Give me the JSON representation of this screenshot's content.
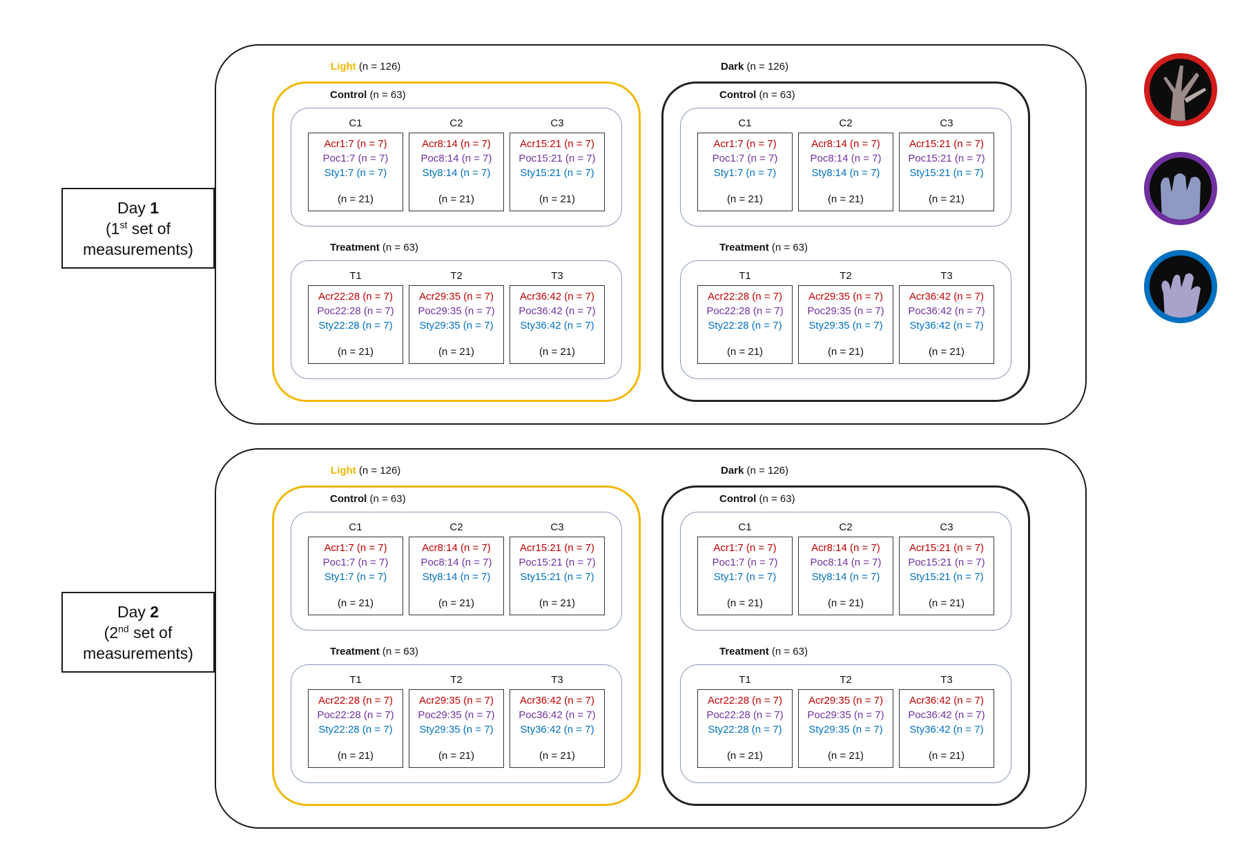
{
  "days": [
    {
      "day_word": "Day",
      "day_num": "1",
      "set_num": "1",
      "set_sup": "st",
      "set_rest": " set of",
      "set_line2": "measurements)",
      "conditions": [
        {
          "name": "Light",
          "n": " (n = 126)",
          "groups": [
            {
              "name": "Control",
              "n": " (n = 63)",
              "tanks": [
                {
                  "name": "C1",
                  "acr": "Acr1:7 (n = 7)",
                  "poc": "Poc1:7 (n = 7)",
                  "sty": "Sty1:7 (n = 7)",
                  "total": "(n = 21)"
                },
                {
                  "name": "C2",
                  "acr": "Acr8:14 (n = 7)",
                  "poc": "Poc8:14 (n = 7)",
                  "sty": "Sty8:14 (n = 7)",
                  "total": "(n = 21)"
                },
                {
                  "name": "C3",
                  "acr": "Acr15:21 (n = 7)",
                  "poc": "Poc15:21 (n = 7)",
                  "sty": "Sty15:21 (n = 7)",
                  "total": "(n = 21)"
                }
              ]
            },
            {
              "name": "Treatment",
              "n": " (n = 63)",
              "tanks": [
                {
                  "name": "T1",
                  "acr": "Acr22:28 (n = 7)",
                  "poc": "Poc22:28 (n = 7)",
                  "sty": "Sty22:28 (n = 7)",
                  "total": "(n = 21)"
                },
                {
                  "name": "T2",
                  "acr": "Acr29:35 (n = 7)",
                  "poc": "Poc29:35 (n = 7)",
                  "sty": "Sty29:35 (n = 7)",
                  "total": "(n = 21)"
                },
                {
                  "name": "T3",
                  "acr": "Acr36:42 (n = 7)",
                  "poc": "Poc36:42 (n = 7)",
                  "sty": "Sty36:42 (n = 7)",
                  "total": "(n = 21)"
                }
              ]
            }
          ]
        },
        {
          "name": "Dark",
          "n": " (n = 126)",
          "groups": [
            {
              "name": "Control",
              "n": " (n = 63)",
              "tanks": [
                {
                  "name": "C1",
                  "acr": "Acr1:7 (n = 7)",
                  "poc": "Poc1:7 (n = 7)",
                  "sty": "Sty1:7 (n = 7)",
                  "total": "(n = 21)"
                },
                {
                  "name": "C2",
                  "acr": "Acr8:14 (n = 7)",
                  "poc": "Poc8:14 (n = 7)",
                  "sty": "Sty8:14 (n = 7)",
                  "total": "(n = 21)"
                },
                {
                  "name": "C3",
                  "acr": "Acr15:21 (n = 7)",
                  "poc": "Poc15:21 (n = 7)",
                  "sty": "Sty15:21 (n = 7)",
                  "total": "(n = 21)"
                }
              ]
            },
            {
              "name": "Treatment",
              "n": " (n = 63)",
              "tanks": [
                {
                  "name": "T1",
                  "acr": "Acr22:28 (n = 7)",
                  "poc": "Poc22:28 (n = 7)",
                  "sty": "Sty22:28 (n = 7)",
                  "total": "(n = 21)"
                },
                {
                  "name": "T2",
                  "acr": "Acr29:35 (n = 7)",
                  "poc": "Poc29:35 (n = 7)",
                  "sty": "Sty29:35 (n = 7)",
                  "total": "(n = 21)"
                },
                {
                  "name": "T3",
                  "acr": "Acr36:42 (n = 7)",
                  "poc": "Poc36:42 (n = 7)",
                  "sty": "Sty36:42 (n = 7)",
                  "total": "(n = 21)"
                }
              ]
            }
          ]
        }
      ]
    },
    {
      "day_word": "Day",
      "day_num": "2",
      "set_num": "2",
      "set_sup": "nd",
      "set_rest": " set of",
      "set_line2": "measurements)",
      "conditions": [
        {
          "name": "Light",
          "n": " (n = 126)",
          "groups": [
            {
              "name": "Control",
              "n": " (n = 63)",
              "tanks": [
                {
                  "name": "C1",
                  "acr": "Acr1:7 (n = 7)",
                  "poc": "Poc1:7 (n = 7)",
                  "sty": "Sty1:7 (n = 7)",
                  "total": "(n = 21)"
                },
                {
                  "name": "C2",
                  "acr": "Acr8:14 (n = 7)",
                  "poc": "Poc8:14 (n = 7)",
                  "sty": "Sty8:14 (n = 7)",
                  "total": "(n = 21)"
                },
                {
                  "name": "C3",
                  "acr": "Acr15:21 (n = 7)",
                  "poc": "Poc15:21 (n = 7)",
                  "sty": "Sty15:21 (n = 7)",
                  "total": "(n = 21)"
                }
              ]
            },
            {
              "name": "Treatment",
              "n": " (n = 63)",
              "tanks": [
                {
                  "name": "T1",
                  "acr": "Acr22:28 (n = 7)",
                  "poc": "Poc22:28 (n = 7)",
                  "sty": "Sty22:28 (n = 7)",
                  "total": "(n = 21)"
                },
                {
                  "name": "T2",
                  "acr": "Acr29:35 (n = 7)",
                  "poc": "Poc29:35 (n = 7)",
                  "sty": "Sty29:35 (n = 7)",
                  "total": "(n = 21)"
                },
                {
                  "name": "T3",
                  "acr": "Acr36:42 (n = 7)",
                  "poc": "Poc36:42 (n = 7)",
                  "sty": "Sty36:42 (n = 7)",
                  "total": "(n = 21)"
                }
              ]
            }
          ]
        },
        {
          "name": "Dark",
          "n": " (n = 126)",
          "groups": [
            {
              "name": "Control",
              "n": " (n = 63)",
              "tanks": [
                {
                  "name": "C1",
                  "acr": "Acr1:7 (n = 7)",
                  "poc": "Poc1:7 (n = 7)",
                  "sty": "Sty1:7 (n = 7)",
                  "total": "(n = 21)"
                },
                {
                  "name": "C2",
                  "acr": "Acr8:14 (n = 7)",
                  "poc": "Poc8:14 (n = 7)",
                  "sty": "Sty8:14 (n = 7)",
                  "total": "(n = 21)"
                },
                {
                  "name": "C3",
                  "acr": "Acr15:21 (n = 7)",
                  "poc": "Poc15:21 (n = 7)",
                  "sty": "Sty15:21 (n = 7)",
                  "total": "(n = 21)"
                }
              ]
            },
            {
              "name": "Treatment",
              "n": " (n = 63)",
              "tanks": [
                {
                  "name": "T1",
                  "acr": "Acr22:28 (n = 7)",
                  "poc": "Poc22:28 (n = 7)",
                  "sty": "Sty22:28 (n = 7)",
                  "total": "(n = 21)"
                },
                {
                  "name": "T2",
                  "acr": "Acr29:35 (n = 7)",
                  "poc": "Poc29:35 (n = 7)",
                  "sty": "Sty29:35 (n = 7)",
                  "total": "(n = 21)"
                },
                {
                  "name": "T3",
                  "acr": "Acr36:42 (n = 7)",
                  "poc": "Poc36:42 (n = 7)",
                  "sty": "Sty36:42 (n = 7)",
                  "total": "(n = 21)"
                }
              ]
            }
          ]
        }
      ]
    }
  ],
  "corals": [
    {
      "name": "acropora-icon",
      "ring_color": "#d01c1c"
    },
    {
      "name": "pocillopora-icon",
      "ring_color": "#7030a0"
    },
    {
      "name": "stylophora-icon",
      "ring_color": "#0070c0"
    }
  ],
  "colors": {
    "light_condition": "#f2b705",
    "dark_condition": "#222222",
    "acr_text": "#c00000",
    "poc_text": "#7030a0",
    "sty_text": "#0070c0",
    "group_border": "#8a9ab8"
  }
}
